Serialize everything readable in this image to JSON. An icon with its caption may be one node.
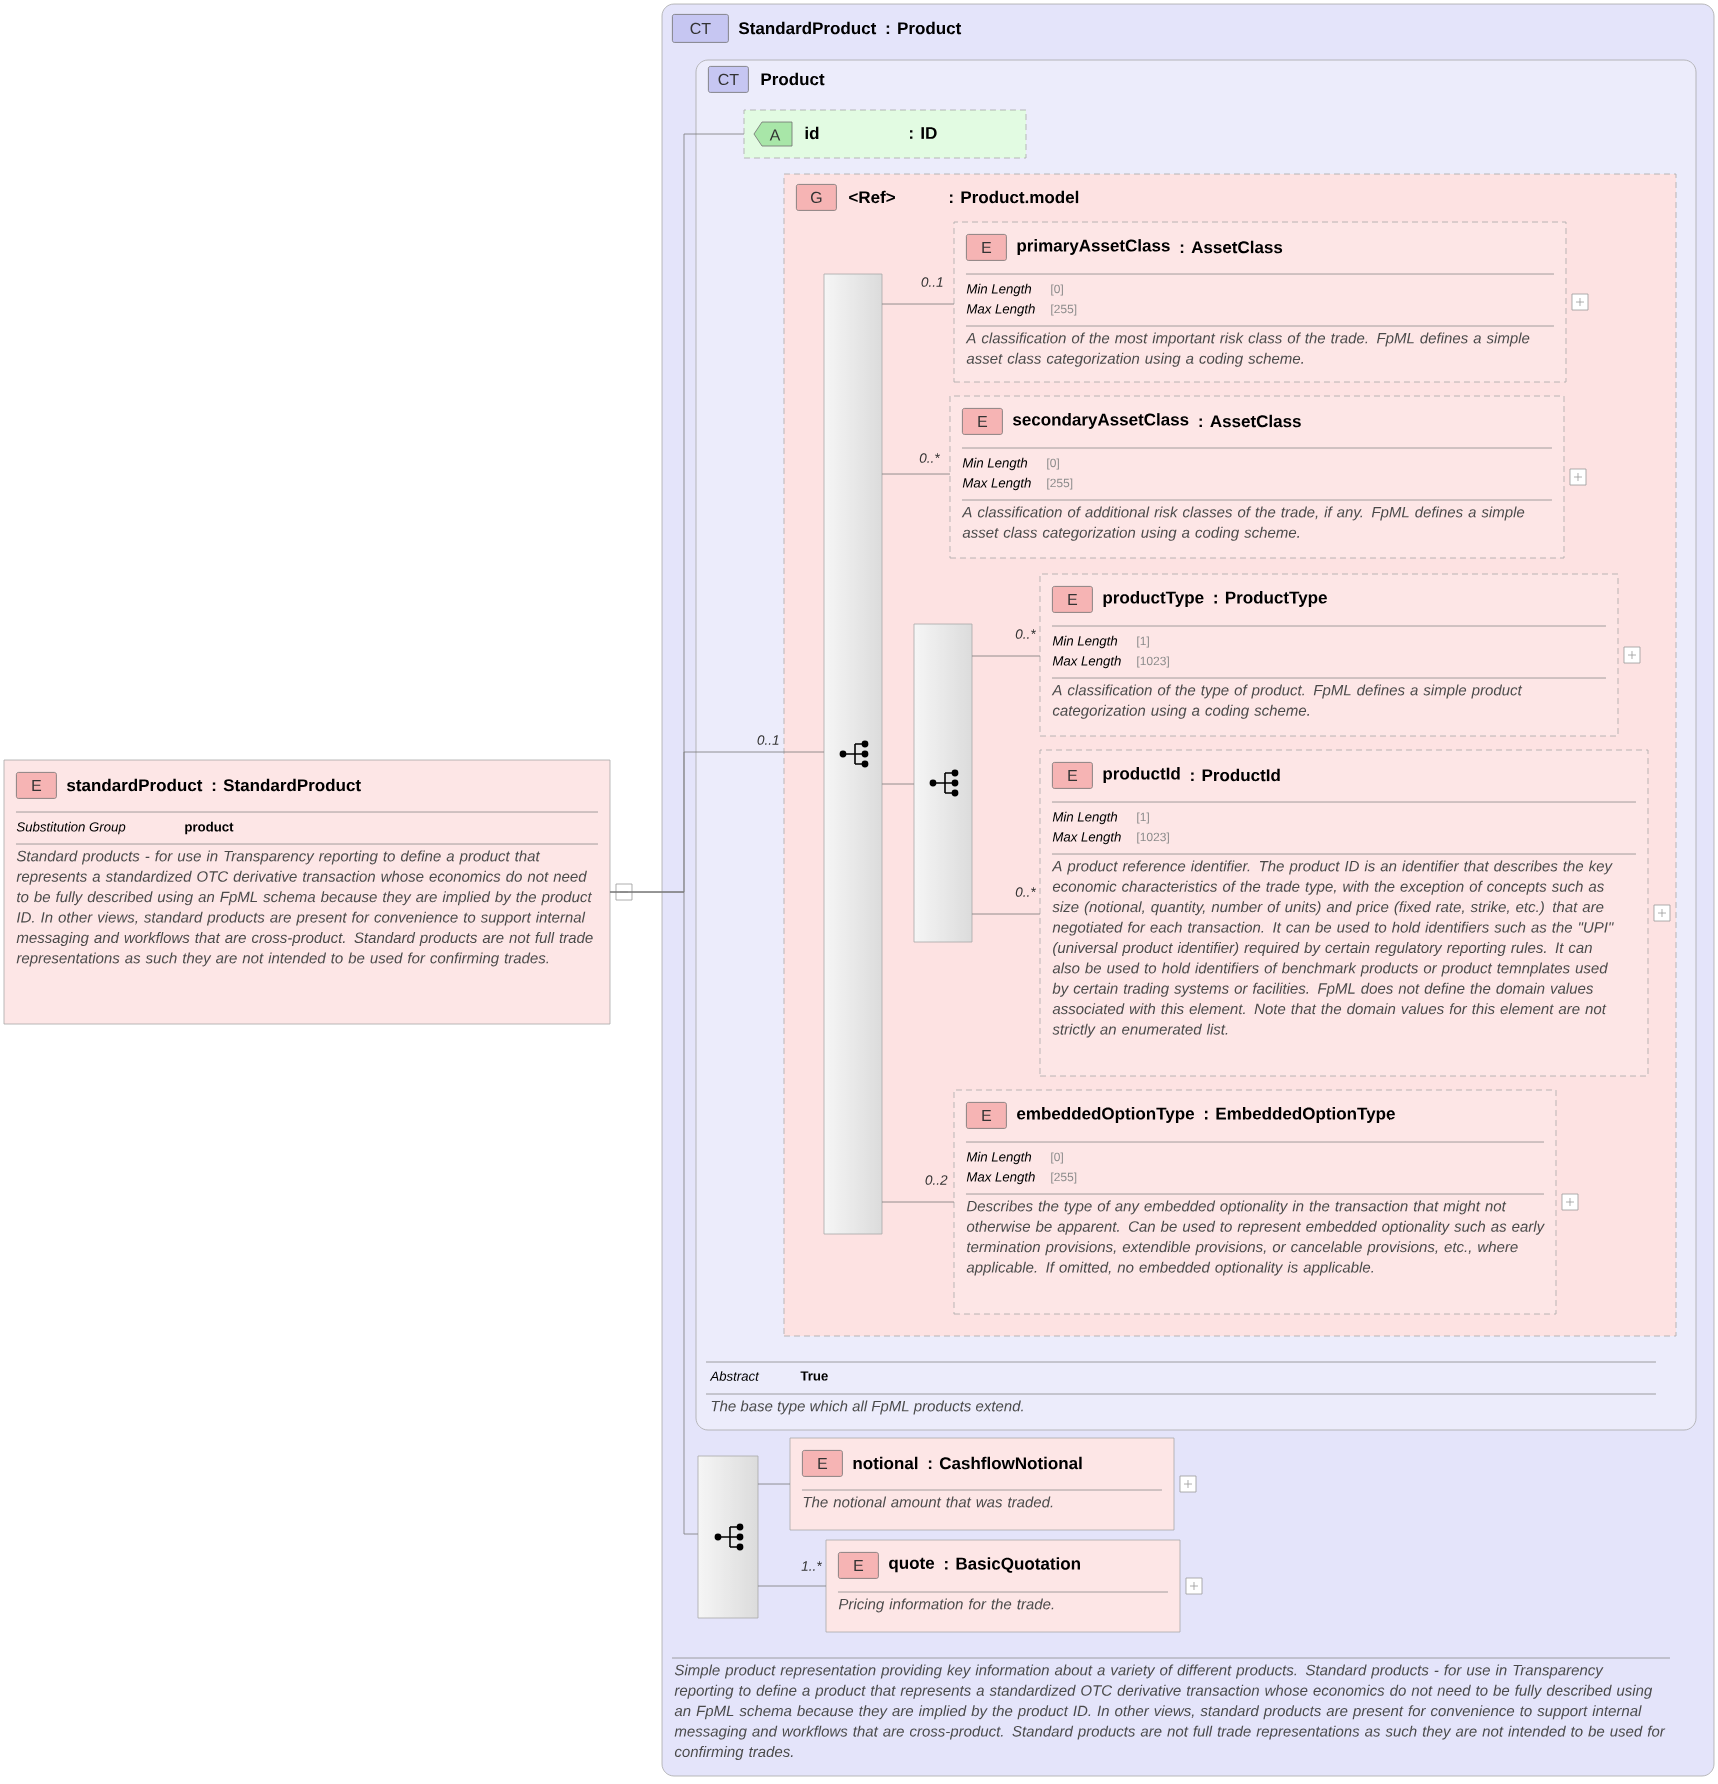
{
  "diagram": {
    "nodes": [
      {
        "text": [
          "E",
          "standardProduct",
          ": StandardProduct",
          "Substitution Group",
          "product",
          "Standard products - for use in Transparency reporting to define a product that represents a standardized OTC derivative transaction whose economics do not need to be fully described using an FpML schema because they are implied by the product ID. In other views, standard products are present for convenience to support internal messaging and workflows that are cross-product. Standard products are not full trade representations as such they are not intended to be used for confirming trades."
        ]
      },
      {
        "text": [
          "CT",
          "StandardProduct",
          ": Product",
          "Simple product representation providing key information about a variety of different products. Standard products - for use in Transparency reporting to define a product that represents a standardized OTC derivative transaction whose economics do not need to be fully described using an FpML schema because they are implied by the product ID. In other views, standard products are present for convenience to support internal messaging and workflows that are cross-product. Standard products are not full trade representations as such they are not intended to be used for confirming trades."
        ]
      },
      {
        "text": [
          "CT",
          "Product",
          "Abstract",
          "True",
          "The base type which all FpML products extend."
        ],
        "in": 1
      },
      {
        "text": [
          "A",
          "id",
          ": ID"
        ],
        "in": 2
      },
      {
        "text": [
          "G",
          "<Ref>",
          ": Product.model"
        ],
        "in": 2
      },
      {
        "text": [],
        "shape": "box",
        "in": 4
      },
      {
        "text": [
          "E",
          "primaryAssetClass",
          ": AssetClass",
          "Min Length",
          "[0]",
          "Max Length",
          "[255]",
          "A classification of the most important risk class of the trade. FpML defines a simple asset class categorization using a coding scheme."
        ],
        "in": 4
      },
      {
        "text": [
          "E",
          "secondaryAssetClass",
          ": AssetClass",
          "Min Length",
          "[0]",
          "Max Length",
          "[255]",
          "A classification of additional risk classes of the trade, if any. FpML defines a simple asset class categorization using a coding scheme."
        ],
        "in": 4
      },
      {
        "text": [],
        "shape": "box",
        "in": 4
      },
      {
        "text": [
          "E",
          "productType",
          ": ProductType",
          "Min Length",
          "[1]",
          "Max Length",
          "[1023]",
          "A classification of the type of product. FpML defines a simple product categorization using a coding scheme."
        ],
        "in": 4
      },
      {
        "text": [
          "E",
          "productId",
          ": ProductId",
          "Min Length",
          "[1]",
          "Max Length",
          "[1023]",
          "A product reference identifier. The product ID is an identifier that describes the key economic characteristics of the trade type, with the exception of concepts such as size (notional, quantity, number of units) and price (fixed rate, strike, etc.) that are negotiated for each transaction. It can be used to hold identifiers such as the \"UPI\" (universal product identifier) required by certain regulatory reporting rules. It can also be used to hold identifiers of benchmark products or product temnplates used by certain trading systems or facilities. FpML does not define the domain values associated with this element. Note that the domain values for this element are not strictly an enumerated list."
        ],
        "in": 4
      },
      {
        "text": [
          "E",
          "embeddedOptionType",
          ": EmbeddedOptionType",
          "Min Length",
          "[0]",
          "Max Length",
          "[255]",
          "Describes the type of any embedded optionality in the transaction that might not otherwise be apparent. Can be used to represent embedded optionality such as early termination provisions, extendible provisions, or cancelable provisions, etc., where applicable. If omitted, no embedded optionality is applicable."
        ],
        "in": 4
      },
      {
        "text": [],
        "shape": "box",
        "in": 1
      },
      {
        "text": [
          "E",
          "notional",
          ": CashflowNotional",
          "The notional amount that was traded."
        ],
        "in": 1
      },
      {
        "text": [
          "E",
          "quote",
          ": BasicQuotation",
          "Pricing information for the trade."
        ],
        "in": 1
      }
    ],
    "edges": [
      {
        "from": 0,
        "to": 3,
        "arrow": "none"
      },
      {
        "from": 0,
        "to": 5,
        "arrow": "none",
        "label": "0..1"
      },
      {
        "from": 0,
        "to": 12,
        "arrow": "none"
      },
      {
        "from": 5,
        "to": 6,
        "arrow": "none",
        "label": "0..1"
      },
      {
        "from": 5,
        "to": 7,
        "arrow": "none",
        "label": "0..*"
      },
      {
        "from": 5,
        "to": 8,
        "arrow": "none"
      },
      {
        "from": 5,
        "to": 11,
        "arrow": "none",
        "label": "0..2"
      },
      {
        "from": 8,
        "to": 9,
        "arrow": "none",
        "label": "0..*"
      },
      {
        "from": 8,
        "to": 10,
        "arrow": "none",
        "label": "0..*"
      },
      {
        "from": 12,
        "to": 13,
        "arrow": "none"
      },
      {
        "from": 12,
        "to": 14,
        "arrow": "none",
        "label": "1..*"
      }
    ]
  }
}
